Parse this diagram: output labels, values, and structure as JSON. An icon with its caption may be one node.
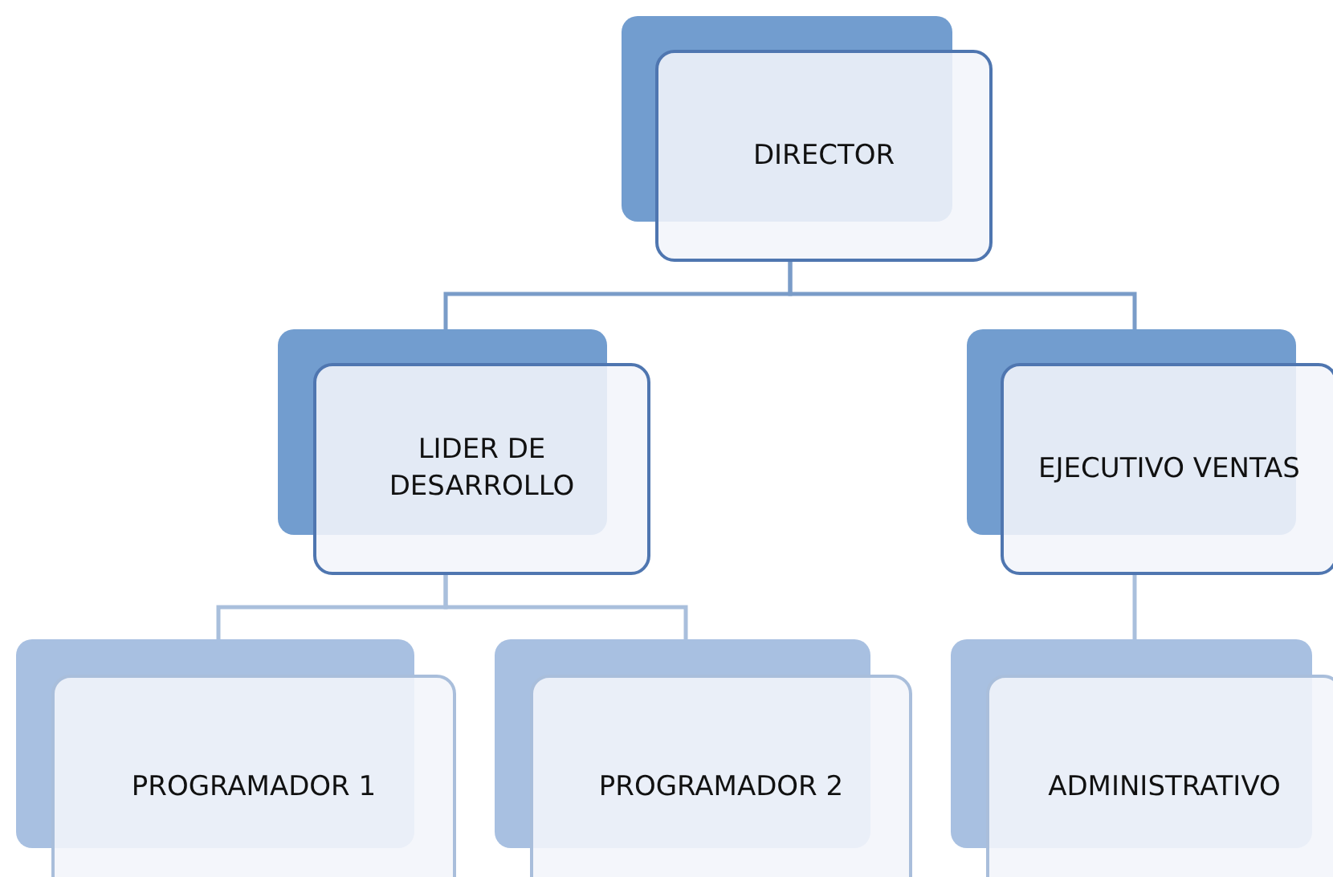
{
  "diagram": {
    "nodes": [
      {
        "text": [
          "DIRECTOR"
        ]
      },
      {
        "text": [
          "LIDER DE DESARROLLO"
        ]
      },
      {
        "text": [
          "EJECUTIVO VENTAS"
        ]
      },
      {
        "text": [
          "PROGRAMADOR 1"
        ]
      },
      {
        "text": [
          "PROGRAMADOR 2"
        ]
      },
      {
        "text": [
          "ADMINISTRATIVO"
        ]
      }
    ],
    "edges": [
      {
        "from": 0,
        "to": 1,
        "arrow": "none"
      },
      {
        "from": 0,
        "to": 2,
        "arrow": "none"
      },
      {
        "from": 1,
        "to": 3,
        "arrow": "none"
      },
      {
        "from": 1,
        "to": 4,
        "arrow": "none"
      },
      {
        "from": 2,
        "to": 5,
        "arrow": "none"
      }
    ]
  }
}
